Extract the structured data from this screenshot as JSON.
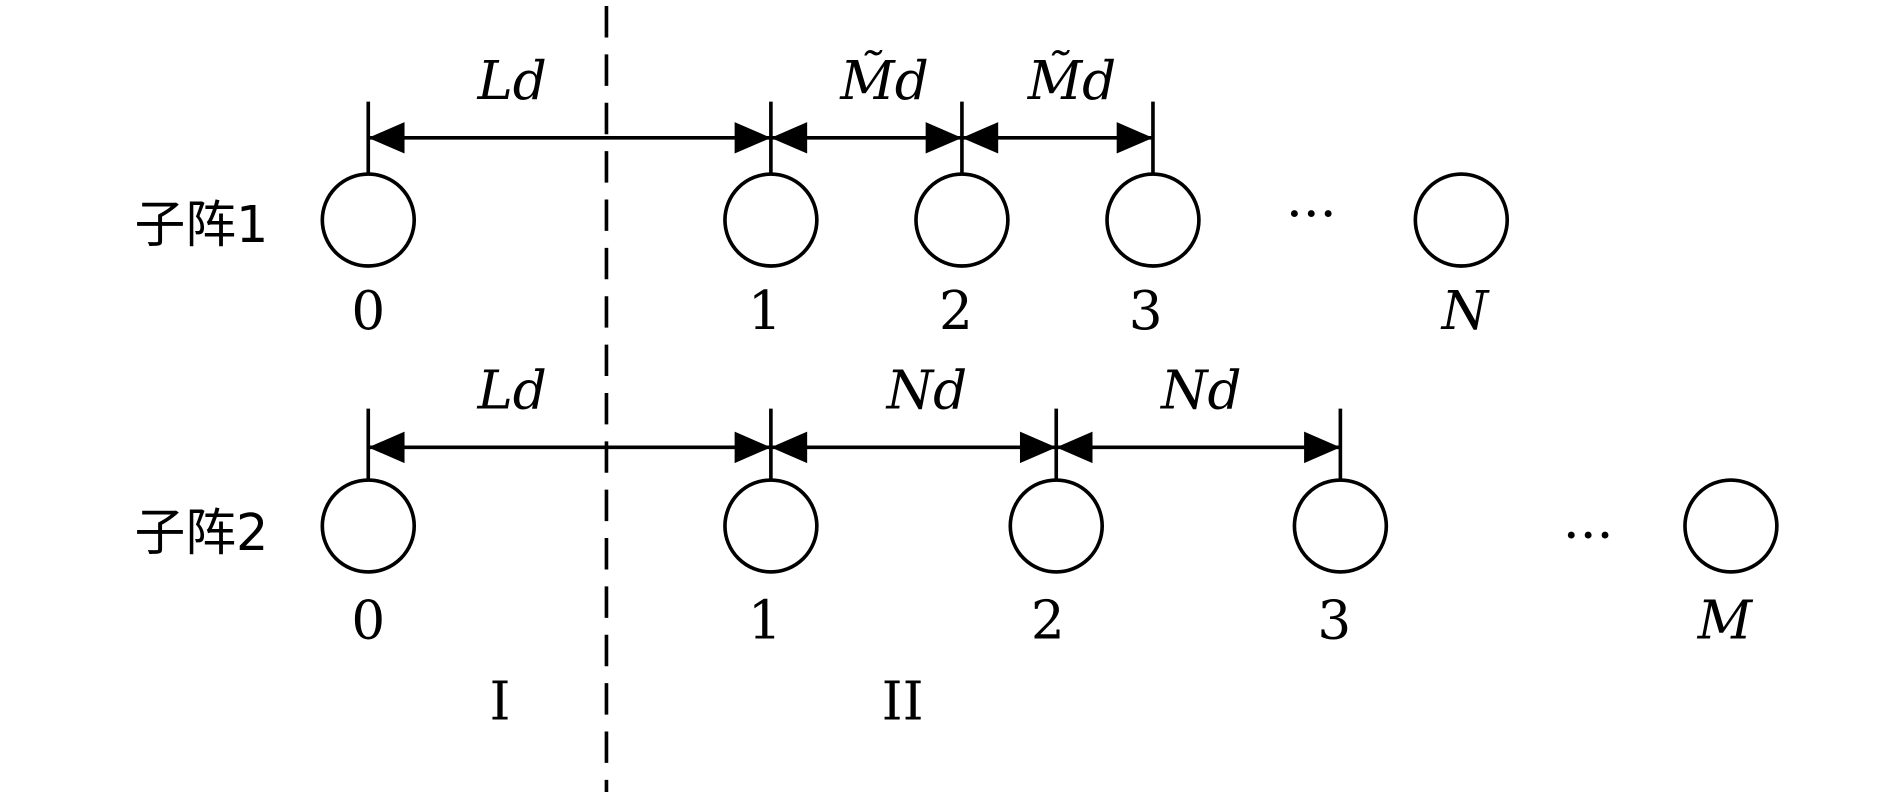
{
  "colors": {
    "stroke": "#000000",
    "background": "#ffffff"
  },
  "regions": [
    "I",
    "II"
  ],
  "subarray1": {
    "label": "子阵1",
    "element_labels": [
      "0",
      "1",
      "2",
      "3",
      "N"
    ],
    "ellipsis": "···",
    "spacings": [
      "Ld",
      "M̃d",
      "M̃d"
    ]
  },
  "subarray2": {
    "label": "子阵2",
    "element_labels": [
      "0",
      "1",
      "2",
      "3",
      "M"
    ],
    "ellipsis": "···",
    "spacings": [
      "Ld",
      "Nd",
      "Nd"
    ]
  }
}
